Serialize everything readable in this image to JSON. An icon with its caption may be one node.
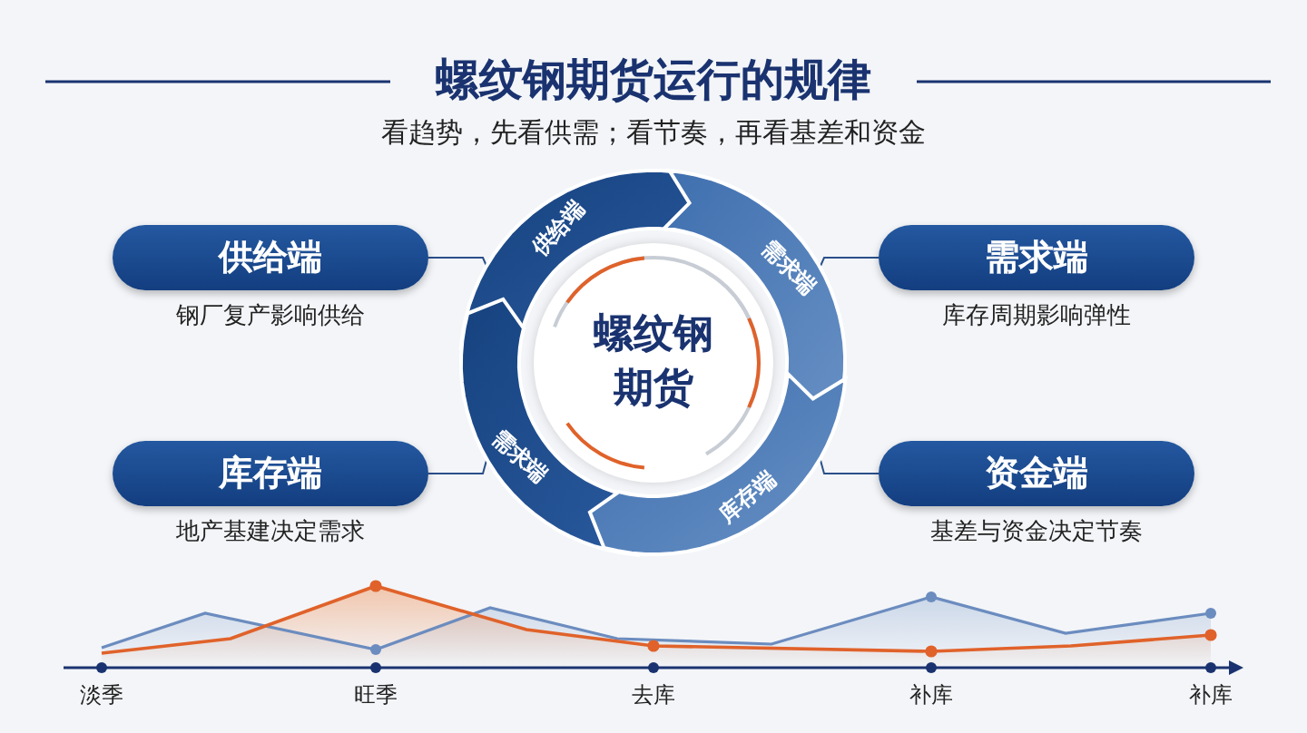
{
  "diagram": {
    "title": "螺纹钢期货运行的规律",
    "nodes": [
      {
        "text": [
          "供给端"
        ],
        "beside": [
          "钢厂复产影响供给"
        ]
      },
      {
        "text": [
          "需求端"
        ],
        "beside": [
          "库存周期影响弹性"
        ]
      },
      {
        "text": [
          "螺纹钢期货"
        ]
      },
      {
        "text": [
          "供给端"
        ]
      },
      {
        "text": [
          "需求端"
        ]
      },
      {
        "text": [
          "需求端"
        ]
      },
      {
        "text": [
          "库存端"
        ]
      },
      {
        "text": [
          "库存端"
        ],
        "beside": [
          "地产基建决定需求"
        ]
      },
      {
        "text": [
          "资金端"
        ],
        "beside": [
          "基差与资金决定节奏"
        ]
      }
    ],
    "edges": [
      {
        "from": 0,
        "to": 3,
        "arrow": "none"
      },
      {
        "from": 1,
        "to": 4,
        "arrow": "none"
      },
      {
        "from": 7,
        "to": 5,
        "arrow": "none"
      },
      {
        "from": 8,
        "to": 6,
        "arrow": "none"
      }
    ],
    "labels": [
      "看趋势，先看供需；看节奏，再看基差和资金",
      "淡季",
      "旺季",
      "去库",
      "补库",
      "补库"
    ]
  }
}
